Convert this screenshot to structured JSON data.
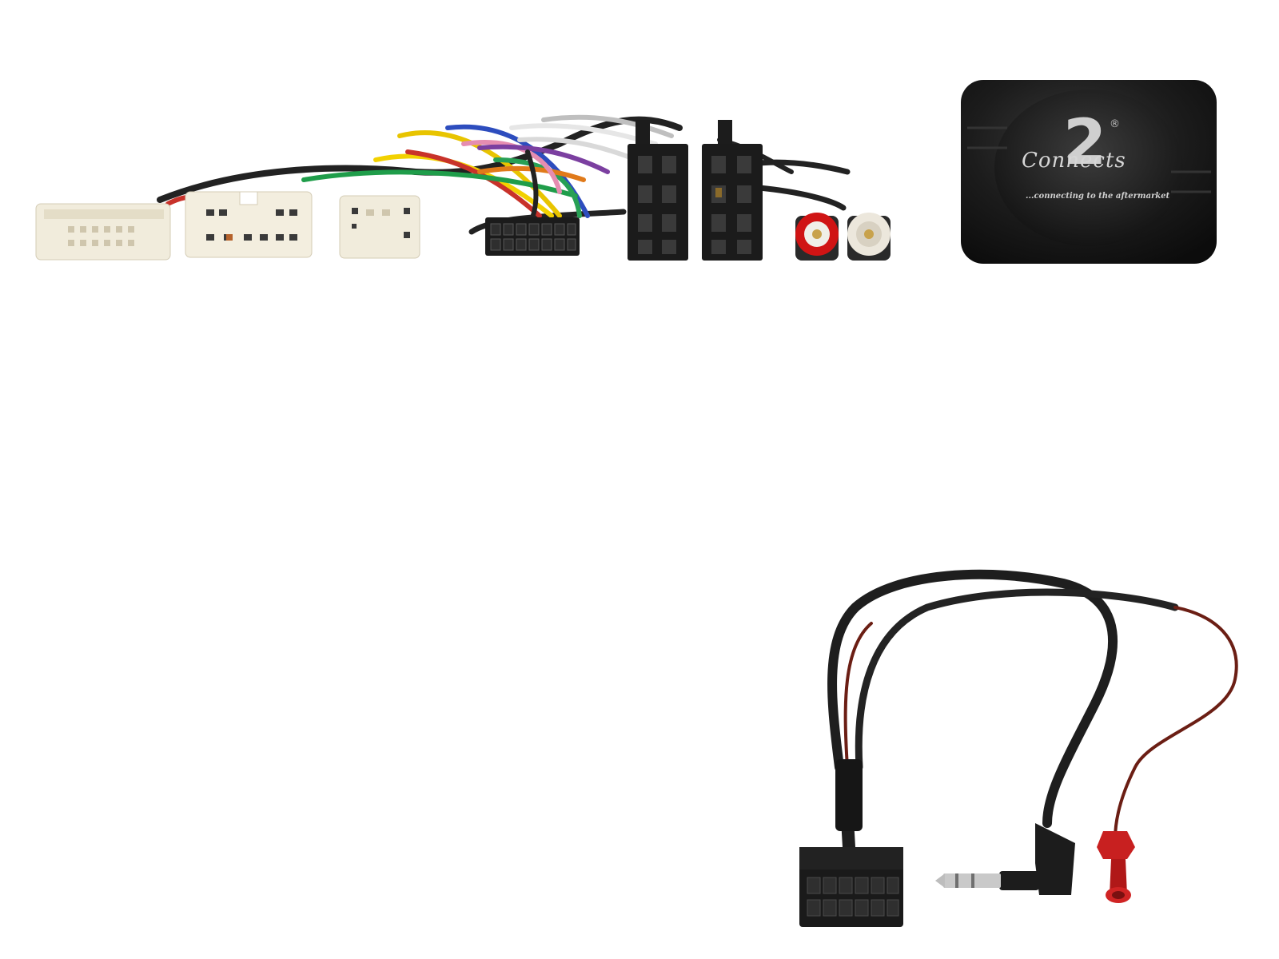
{
  "image": {
    "background": "#ffffff",
    "subjects": [
      "wiring-harness",
      "interface-module",
      "patch-lead"
    ]
  },
  "module": {
    "brand_number": "2",
    "brand_word": "Connects",
    "registered_mark": "®",
    "tagline": "...connecting to the aftermarket",
    "body_color": "#161616"
  },
  "harness": {
    "wire_colors": [
      "#e6e6e6",
      "#f2d100",
      "#c8322a",
      "#2d4dbe",
      "#1f9d4a",
      "#e07a1a",
      "#e58db1",
      "#7b3fa0",
      "#2a2a2a"
    ],
    "rca_plug_colors": [
      "#d01414",
      "#ece7dc"
    ]
  },
  "patch_lead": {
    "cable_color": "#1e1e1e",
    "accent_wire_color": "#6b1e14",
    "spade_color": "#c82020"
  }
}
